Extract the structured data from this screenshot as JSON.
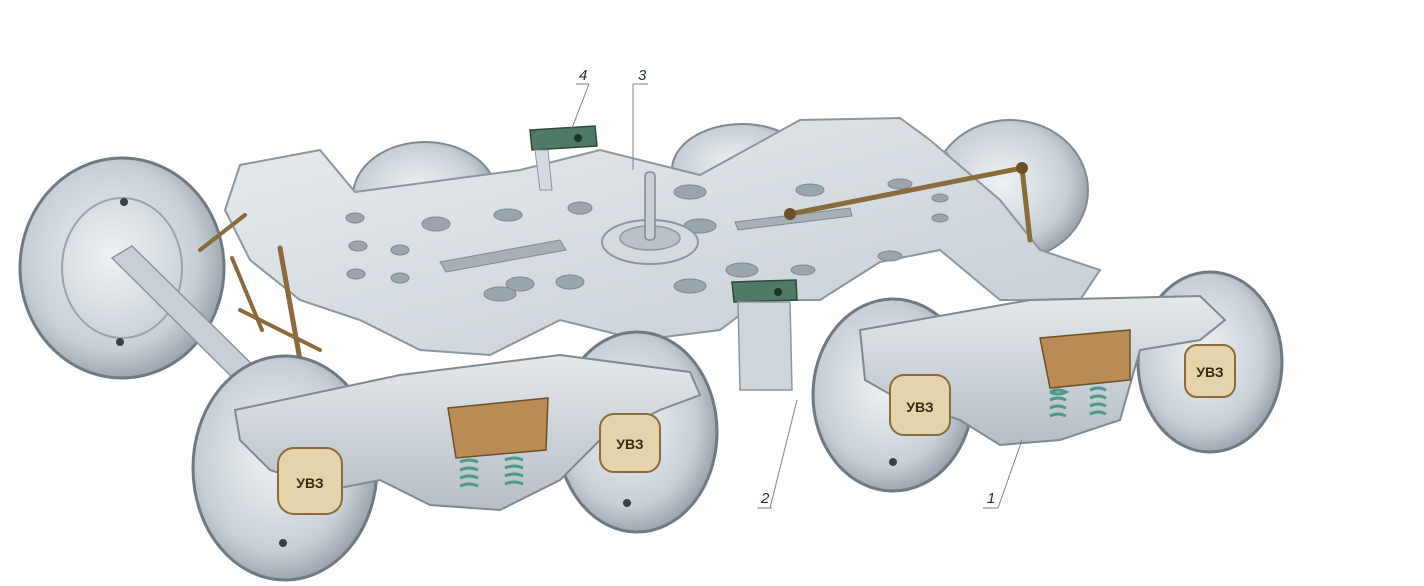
{
  "callouts": {
    "c1": "1",
    "c2": "2",
    "c3": "3",
    "c4": "4"
  },
  "axle_box_marking": "УВЗ",
  "colors": {
    "metal": "#d5dbe0",
    "metal_shadow": "#aab3ba",
    "rod": "#8a6b3c",
    "cast_bracket": "#4f7a66",
    "spring": "#4e9a8f",
    "wedge": "#b98c55",
    "cap": "#e5d4ab",
    "label": "#1e2b44"
  }
}
